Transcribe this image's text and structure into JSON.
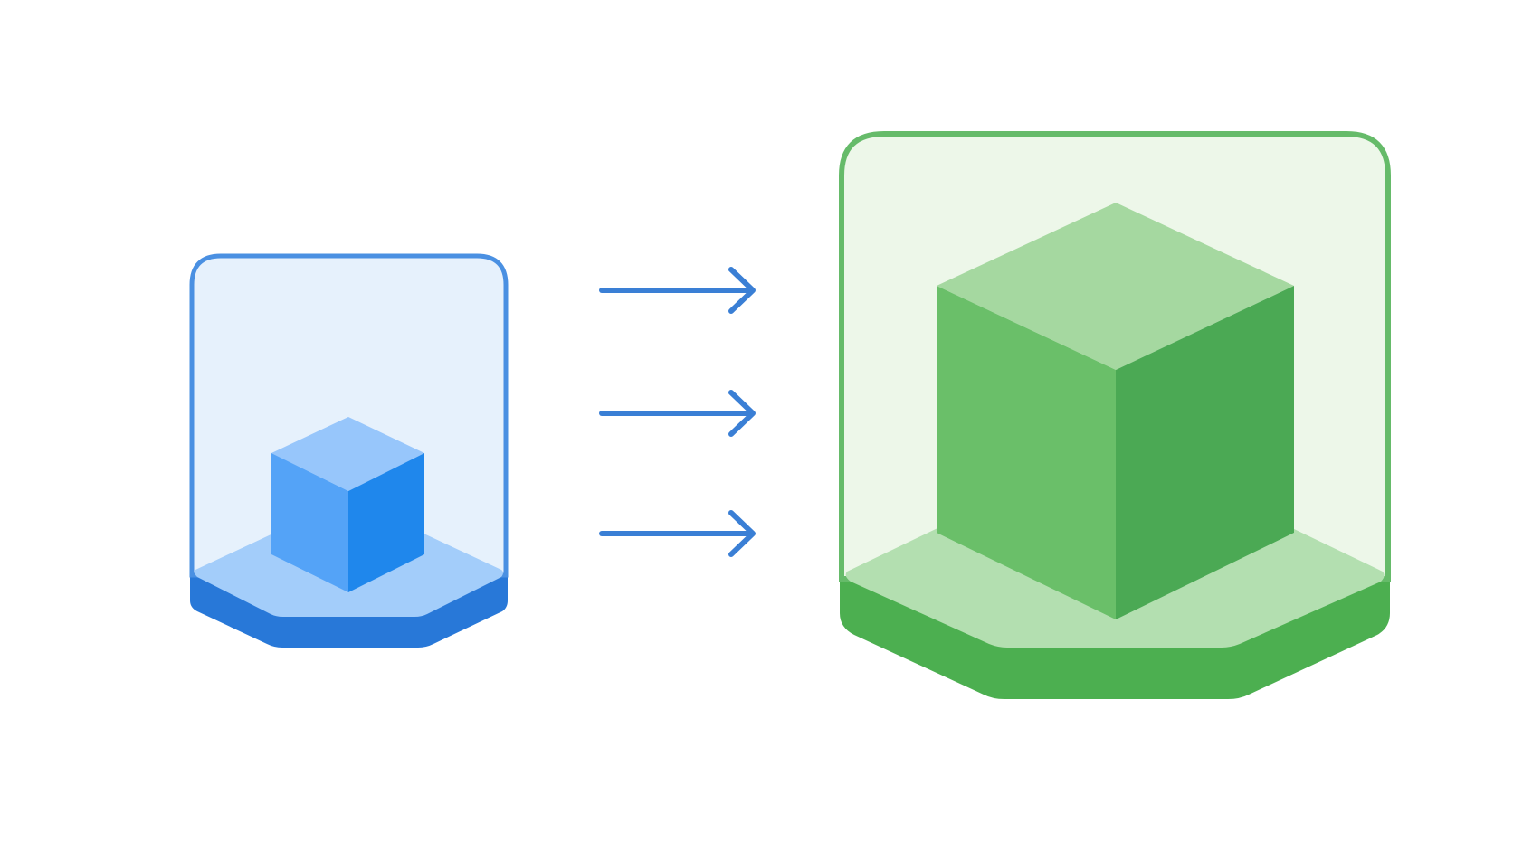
{
  "diagram": {
    "nodes": [
      {
        "id": "small-container",
        "shape": "container-with-cube",
        "theme": "blue",
        "colors": {
          "outline": "#4A90E2",
          "fill": "#E6F1FC",
          "base_top": "#A3CDFA",
          "base_side": "#2878D8",
          "cube_top": "#97C6FB",
          "cube_left": "#54A3F7",
          "cube_right": "#1F87EC"
        }
      },
      {
        "id": "large-container",
        "shape": "container-with-cube",
        "theme": "green",
        "colors": {
          "outline": "#66BB6A",
          "fill": "#EDF7E9",
          "base_top": "#B3DFB0",
          "base_side": "#4CAF50",
          "cube_top": "#A5D8A0",
          "cube_left": "#6ABF69",
          "cube_right": "#4BA954"
        }
      }
    ],
    "edges": [
      {
        "from": "small-container",
        "to": "large-container",
        "style": "arrow"
      },
      {
        "from": "small-container",
        "to": "large-container",
        "style": "arrow"
      },
      {
        "from": "small-container",
        "to": "large-container",
        "style": "arrow"
      }
    ],
    "arrow_color": "#3A7FD5"
  }
}
